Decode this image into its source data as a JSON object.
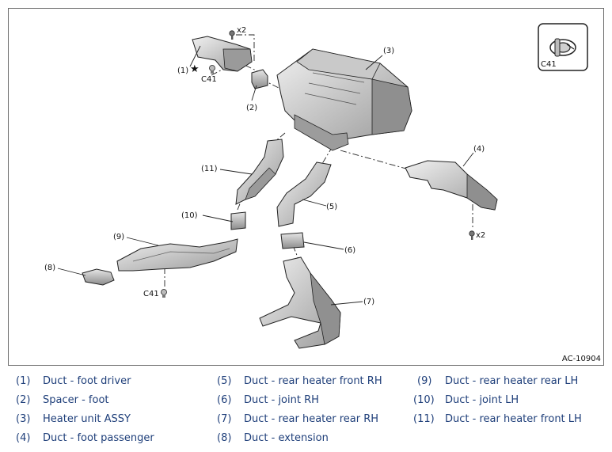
{
  "figure": {
    "id": "AC-10904",
    "badge_label": "C41",
    "callouts": {
      "c1": "(1)",
      "c2": "(2)",
      "c3": "(3)",
      "c4": "(4)",
      "c5": "(5)",
      "c6": "(6)",
      "c7": "(7)",
      "c8": "(8)",
      "c9": "(9)",
      "c10": "(10)",
      "c11": "(11)",
      "star": "★",
      "clip_top": "C41",
      "clip_bottom": "C41",
      "screw_top": "x2",
      "screw_right": "x2"
    }
  },
  "legend": {
    "items": [
      {
        "num": "(1)",
        "text": "Duct - foot driver"
      },
      {
        "num": "(2)",
        "text": "Spacer - foot"
      },
      {
        "num": "(3)",
        "text": "Heater unit ASSY"
      },
      {
        "num": "(4)",
        "text": "Duct - foot passenger"
      },
      {
        "num": "(5)",
        "text": "Duct - rear heater front RH"
      },
      {
        "num": "(6)",
        "text": "Duct - joint RH"
      },
      {
        "num": "(7)",
        "text": "Duct - rear heater rear RH"
      },
      {
        "num": "(8)",
        "text": "Duct - extension"
      },
      {
        "num": "(9)",
        "text": "Duct - rear heater rear LH"
      },
      {
        "num": "(10)",
        "text": "Duct - joint LH"
      },
      {
        "num": "(11)",
        "text": "Duct - rear heater front LH"
      }
    ]
  },
  "colors": {
    "legend_text": "#1f3f7a",
    "part_fill": "#d9d9d9",
    "part_shade": "#a8a8a8",
    "line": "#222222"
  }
}
